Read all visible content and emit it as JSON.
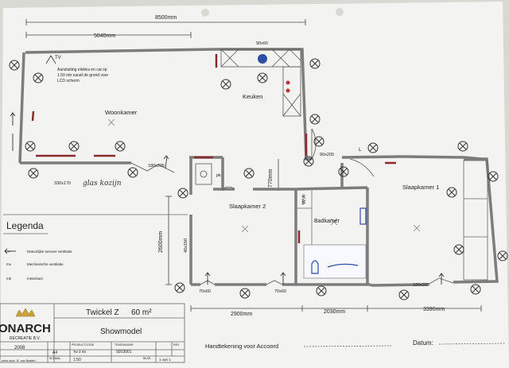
{
  "dimensions": {
    "total_width": "8500mm",
    "woon_width": "5040mm",
    "kitchen_unit": "90x60",
    "bed2_width": "2900mm",
    "bath_width": "2030mm",
    "bed1_width": "3390mm",
    "bed2_depth": "2600mm",
    "hall_depth": "770mm"
  },
  "rooms": {
    "woonkamer": "Woonkamer",
    "keuken": "Keuken",
    "slaapkamer1": "Slaapkamer 1",
    "slaapkamer2": "Slaapkamer 2",
    "badkamer": "Badkamer",
    "wa": "W.A"
  },
  "notes": {
    "tv": "TV",
    "tv_note": [
      "Aansluiting elektra en cai op",
      "1.50 mtr vanaf de grond voor",
      "LCD scherm"
    ],
    "pk": "pk",
    "l": "L",
    "glass_frame": "glas kozijn"
  },
  "openings": {
    "window_330": "330x170",
    "door_180_left": "180x205",
    "door_90": "90x205",
    "door_40": "40x160",
    "door_70_a": "70x60",
    "door_70_b": "70x60",
    "door_180_right": "180x205"
  },
  "legend": {
    "title": "Legenda",
    "items": [
      "Natuurlijke toevoer ventilatie",
      "Mechanische ventilatie",
      "meterkast"
    ],
    "symbols": [
      "←",
      "mv",
      "mk"
    ]
  },
  "title_block": {
    "logo": "ONARCH",
    "logo_sub": "RECREATIE B.V.",
    "model": "Twickel Z",
    "area": "60 m²",
    "subtitle": "Showmodel",
    "year": "2008",
    "productcode_label": "PRODUCTCODE",
    "productcode": "Tw Z 60",
    "format": "A4",
    "drawing_label": "TEKENINGNR",
    "drawing_no": "9203001",
    "rev_label": "REV",
    "rev": "",
    "scale_label": "SCHAAL",
    "scale": "1:50",
    "sheet_label": "BLAD",
    "sheet": "1 van 1",
    "drawn_by": "ontw door: R. van Baaleri"
  },
  "signature": {
    "label": "Handtekening voor Accoord",
    "date_label": "Datum:"
  }
}
